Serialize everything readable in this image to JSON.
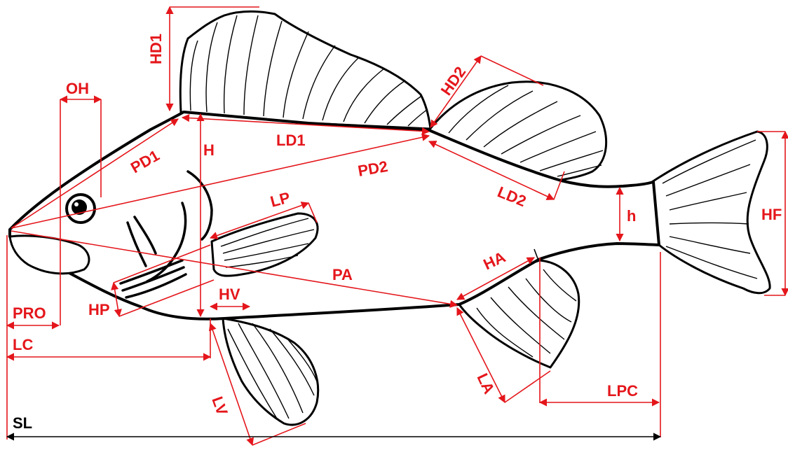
{
  "colors": {
    "measure": "#e4161b",
    "outline": "#000000",
    "background": "#ffffff"
  },
  "labels": {
    "HD1": "HD1",
    "OH": "OH",
    "HD2": "HD2",
    "PD1": "PD1",
    "H": "H",
    "LD1": "LD1",
    "PD2": "PD2",
    "LD2": "LD2",
    "LP": "LP",
    "h": "h",
    "HF": "HF",
    "HA": "HA",
    "PA": "PA",
    "HP": "HP",
    "HV": "HV",
    "PRO": "PRO",
    "LC": "LC",
    "LA": "LA",
    "LPC": "LPC",
    "LV": "LV",
    "SL": "SL"
  }
}
